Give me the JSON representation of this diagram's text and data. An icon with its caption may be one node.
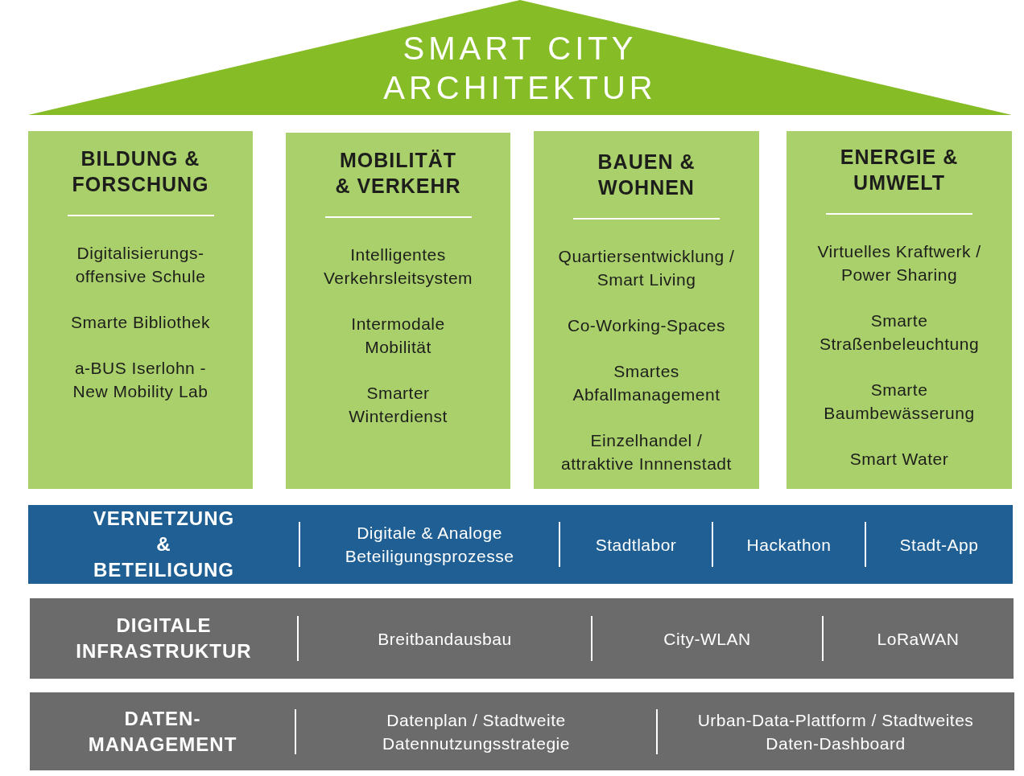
{
  "diagram": {
    "nodes": [
      {
        "text": [
          "SMART CITY ARCHITEKTUR"
        ]
      },
      {
        "text": [
          "BILDUNG & FORSCHUNG",
          "Digitalisierungs-offensive Schule",
          "Smarte Bibliothek",
          "a-BUS Iserlohn - New Mobility Lab"
        ]
      },
      {
        "text": [
          "MOBILITÄT & VERKEHR",
          "Intelligentes Verkehrsleitsystem",
          "Intermodale Mobilität",
          "Smarter Winterdienst"
        ]
      },
      {
        "text": [
          "BAUEN & WOHNEN",
          "Quartiersentwicklung / Smart Living",
          "Co-Working-Spaces",
          "Smartes Abfallmanagement",
          "Einzelhandel / attraktive Innnenstadt"
        ]
      },
      {
        "text": [
          "ENERGIE & UMWELT",
          "Virtuelles Kraftwerk / Power Sharing",
          "Smarte Straßenbeleuchtung",
          "Smarte Baumbewässerung",
          "Smart Water"
        ]
      },
      {
        "text": [
          "VERNETZUNG & BETEILIGUNG",
          "Digitale & Analoge Beteiligungsprozesse",
          "Stadtlabor",
          "Hackathon",
          "Stadt-App"
        ]
      },
      {
        "text": [
          "DIGITALE INFRASTRUKTUR",
          "Breitbandausbau",
          "City-WLAN",
          "LoRaWAN"
        ]
      },
      {
        "text": [
          "DATEN-MANAGEMENT",
          "Datenplan / Stadtweite Datennutzungsstrategie",
          "Urban-Data-Plattform / Stadtweites Daten-Dashboard"
        ]
      }
    ]
  }
}
